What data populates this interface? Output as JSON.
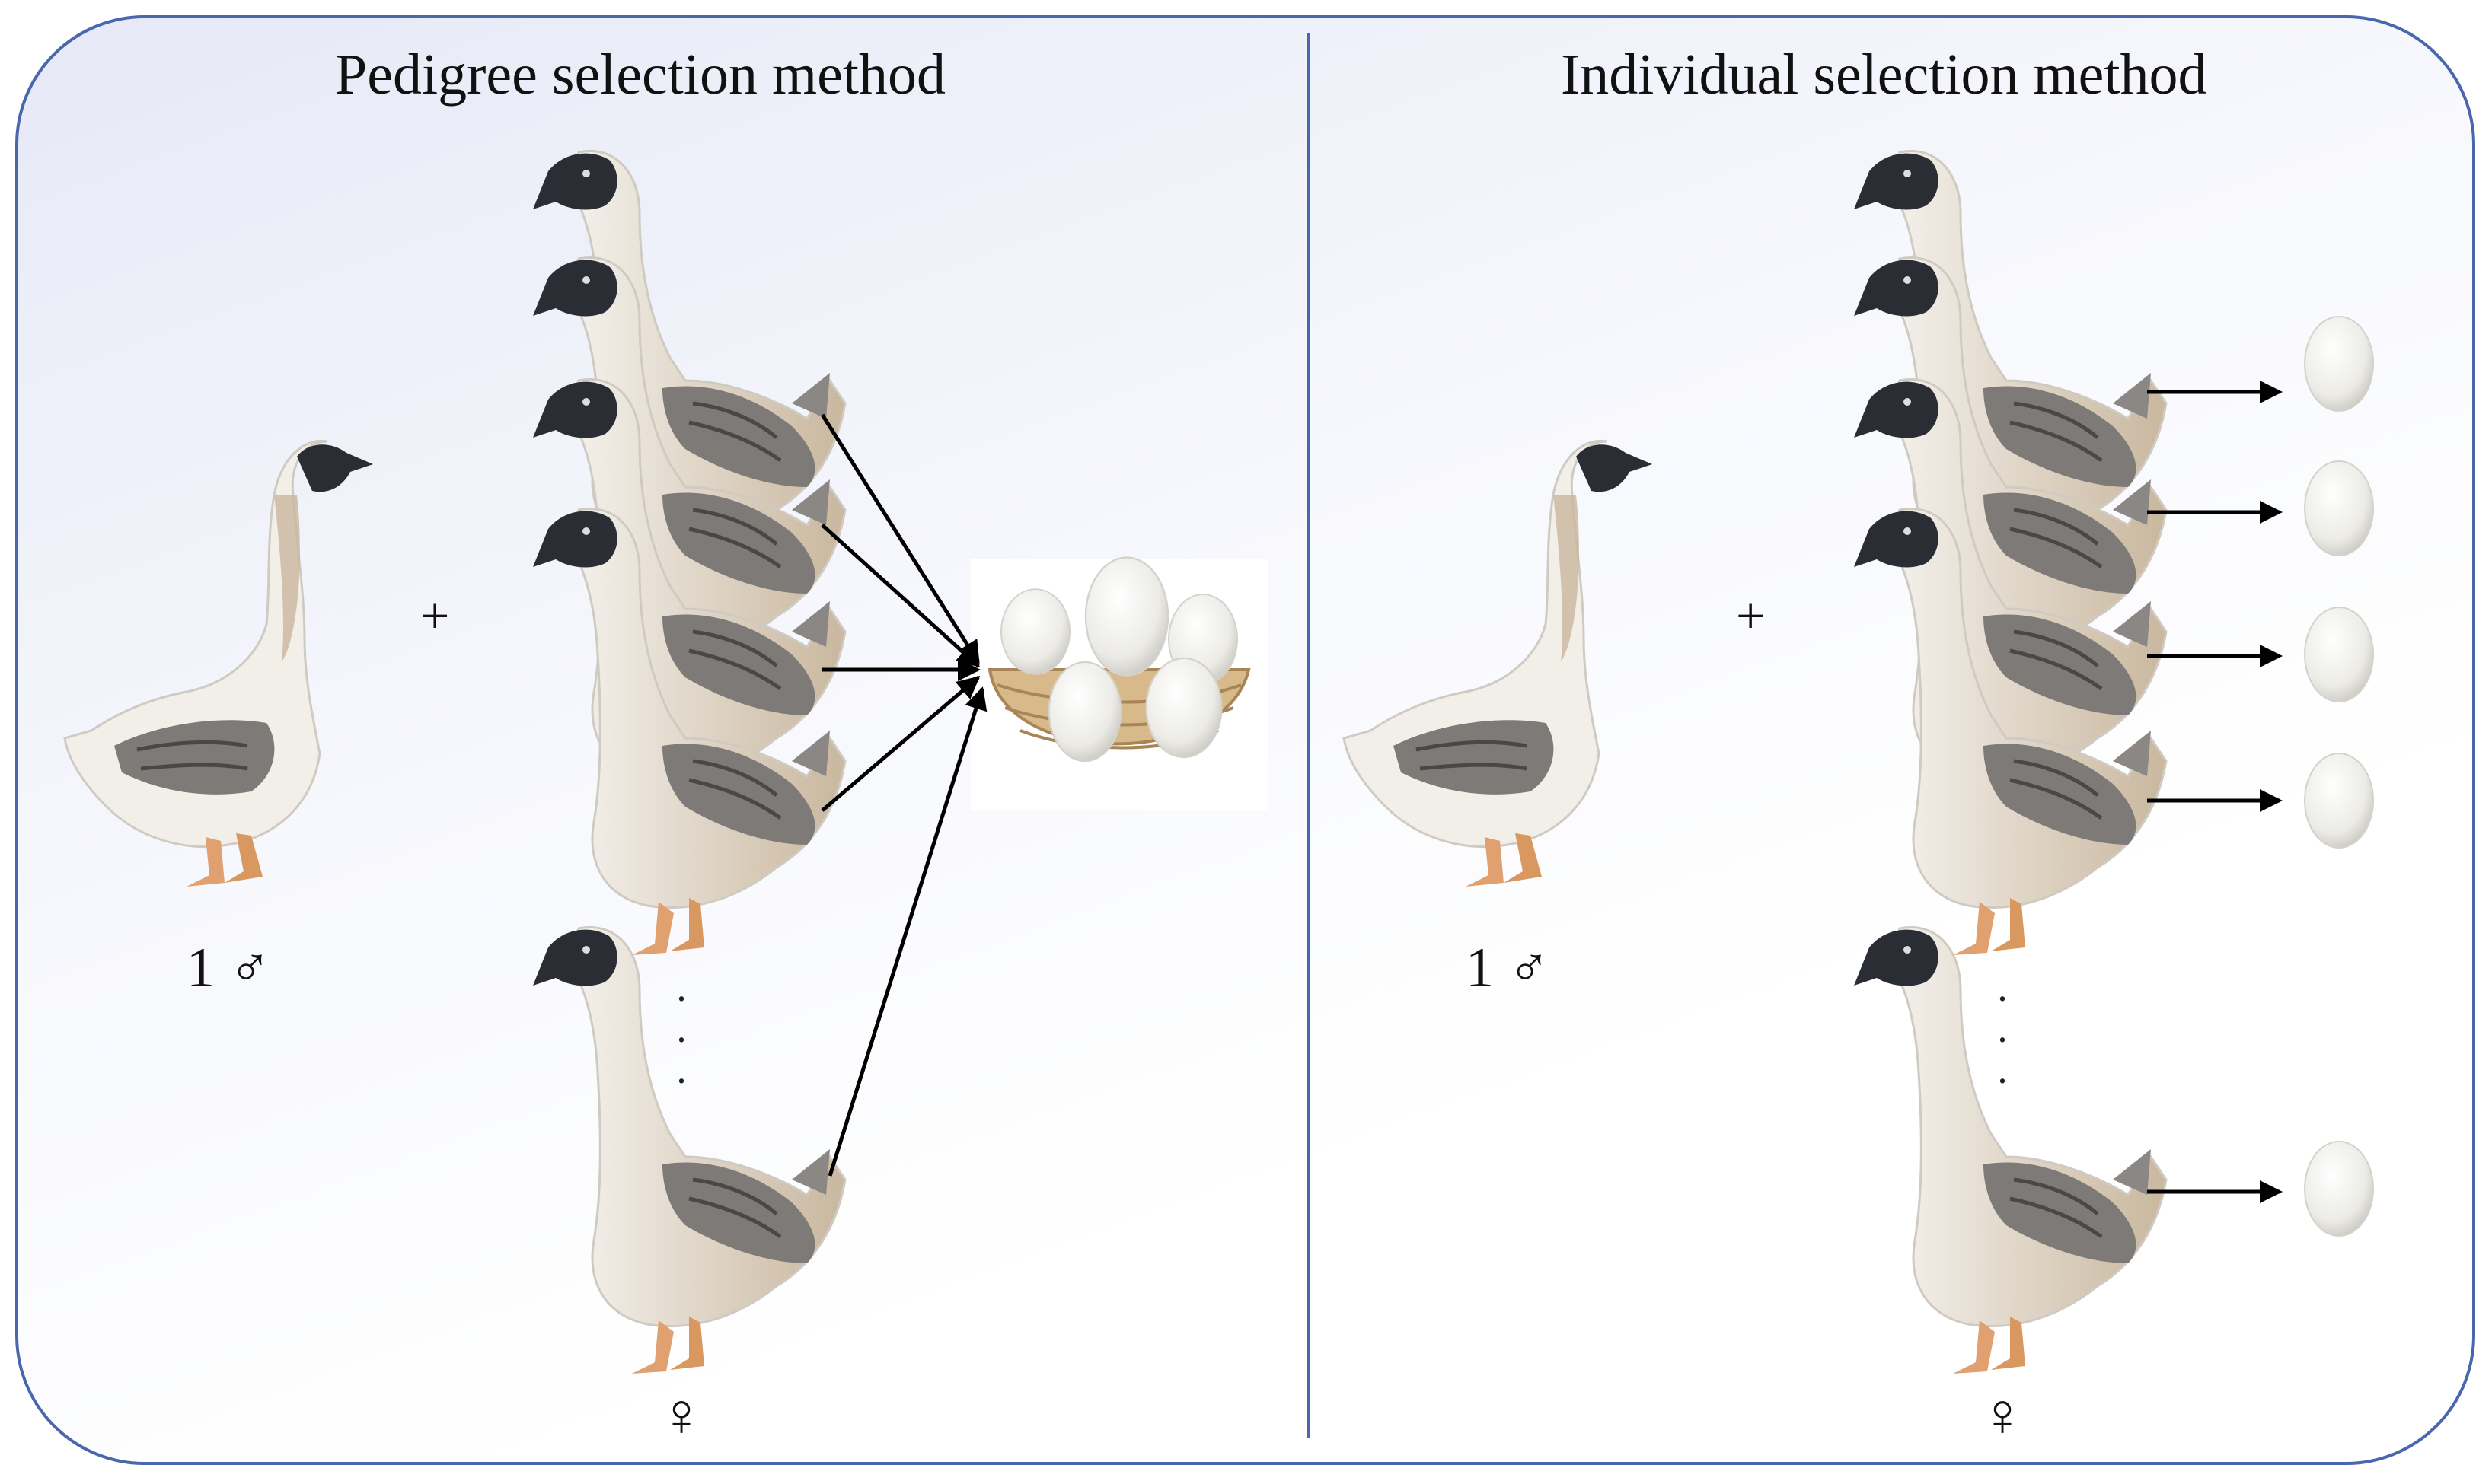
{
  "panels": [
    {
      "title": "Pedigree selection method",
      "plus": "+",
      "male_count": "1",
      "male_symbol": "♂",
      "female_symbol": "♀",
      "dots": "·\n·\n·"
    },
    {
      "title": "Individual selection method",
      "plus": "+",
      "male_count": "1",
      "male_symbol": "♂",
      "female_symbol": "♀",
      "dots": "·\n·\n·"
    }
  ],
  "colors": {
    "frame": "#4a67ad",
    "goose_body": "#f2efe9",
    "goose_wing": "#7d7a78",
    "goose_head": "#2a2d33",
    "beak_feet": "#e0a070",
    "egg": "#f5f3ee",
    "basket": "#d8b98a",
    "arrow": "#000000"
  }
}
